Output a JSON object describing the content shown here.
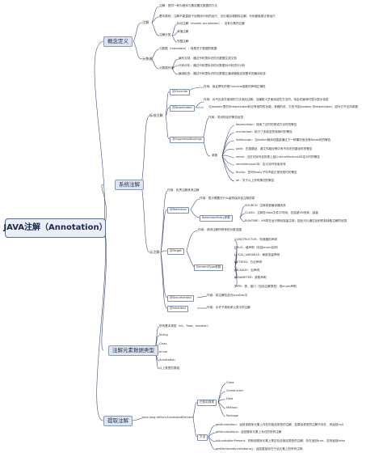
{
  "root": "JAVA注解（Annotation）",
  "concept": {
    "label": "概念定义",
    "annotation": {
      "label": "注解",
      "desc1": "注解：提供一种为程序元素设置元数据的方法",
      "desc2": "基本原则：注解不能直接干扰程序代码的运行，无论增加或删除注解，代码都能够正常运行",
      "category": "注解分类",
      "categories": [
        "标记注解（marker annotation）：没有元素的注解",
        "单值注解",
        "完整注解"
      ]
    },
    "metadata": {
      "label": "元数据",
      "desc": "元数据（metadata）：就是关于数据的数据",
      "usage": "元数据作用",
      "items": [
        "编写文档：通过代码里标识的元数据生成文档",
        "代码分析：通过代码里标识的元数据对代码进行分析",
        "编译检查：通过代码里标识的元数据让编译器能实现基本的编译检查"
      ]
    }
  },
  "system": {
    "label": "系统注解",
    "standard": {
      "label": "标准注解",
      "override": {
        "label": "@Override",
        "desc": "作用：保证撰写的是Override函数的声明正确性"
      },
      "deprecated": {
        "label": "@Deprecated",
        "desc1": "作用：对不应该在使用的方法添加注解，当编程人员使用这些方法时，将会在编译时显示提示信息",
        "desc2": "与javadoc里的@deprecated标记有相同的功能，准确的说，它还不如javadoc @deprecated，因为它不支持参数"
      },
      "suppress": {
        "label": "@SuppressWarnings",
        "desc": "作用：关闭特定的警告信息",
        "params": "参数",
        "items": [
          "deprecation：使用了过时的类或方法时的警告",
          "unchecked：执行了未检查的转换时的警告",
          "fallthrough：当Switch程序块直接通往下一种情况而没有Break时的警告",
          "path：在类路径、源文件路径等中有不存在的路径时的警告",
          "serial：当在可序列化的类上缺少serialVersionUID定义时的警告",
          "serialVersionUID：定义序列化版本号",
          "finally：任何finally子句不能正常完成时的警告",
          "all：关于以上所有情况的警告"
        ]
      }
    },
    "meta": {
      "label": "元注解",
      "desc": "作用：负责注解其他注解",
      "retention": {
        "label": "@Retention",
        "desc": "作用：表示需要在什么级别保存该注释信息",
        "policy": "RetentionPolicy参数",
        "items": [
          "SOURCE：注释将被编译器丢弃",
          "CLASS：注释在class文件中可用，但会被VM丢弃，缺省",
          "RUNTIME：VM将在运行期也保留注释，因此可以通过反射机制读取注解的信息"
        ]
      },
      "target": {
        "label": "@Target",
        "desc": "作用：说明注解所修饰的对象范围",
        "elementtype": "ElementType参数",
        "items": [
          "CONSTRUCTOR：构造器的声明",
          "FIELD：域声明（包括enum实例）",
          "LOCAL_VARIABLE：局部变量声明",
          "METHOD：方法声明",
          "PACKAGE：包声明",
          "PARAMETER：参数声明",
          "TYPE：类、接口（包括注解类型）或enum声明"
        ]
      },
      "documented": {
        "label": "@Documented",
        "desc": "作用：将注解包含在JavaDoc中"
      },
      "inherited": {
        "label": "@Inherited",
        "desc": "作用：允许子类继承父类中的注解"
      }
    }
  },
  "types": {
    "label": "注解元素数据类型",
    "items": [
      "所有基本类型（int、float、boolean）",
      "String",
      "Class",
      "enum",
      "Annotation",
      "以上类型的数组"
    ]
  },
  "extract": {
    "label": "提取注解",
    "pkg": "java.lang.reflect.AnnotatedElement",
    "impl": {
      "label": "已知实现类",
      "items": [
        "Class",
        "Constructor",
        "Field",
        "Method",
        "Package"
      ]
    },
    "methods": {
      "label": "方法",
      "items": [
        "getAnnotation：返回该程序元素上存在的指定类型的注解，如果该类型的注解不存在，则返回null",
        "getAnnotations：返回程序元素上存在的所有注解",
        "isAnnotationPresent：判断该程序元素上是否包含指定类型的注解，存在返回true，否则返回false",
        "getDeclaredAnnotations()：返回直接存在于此元素上的所有注释"
      ]
    }
  }
}
